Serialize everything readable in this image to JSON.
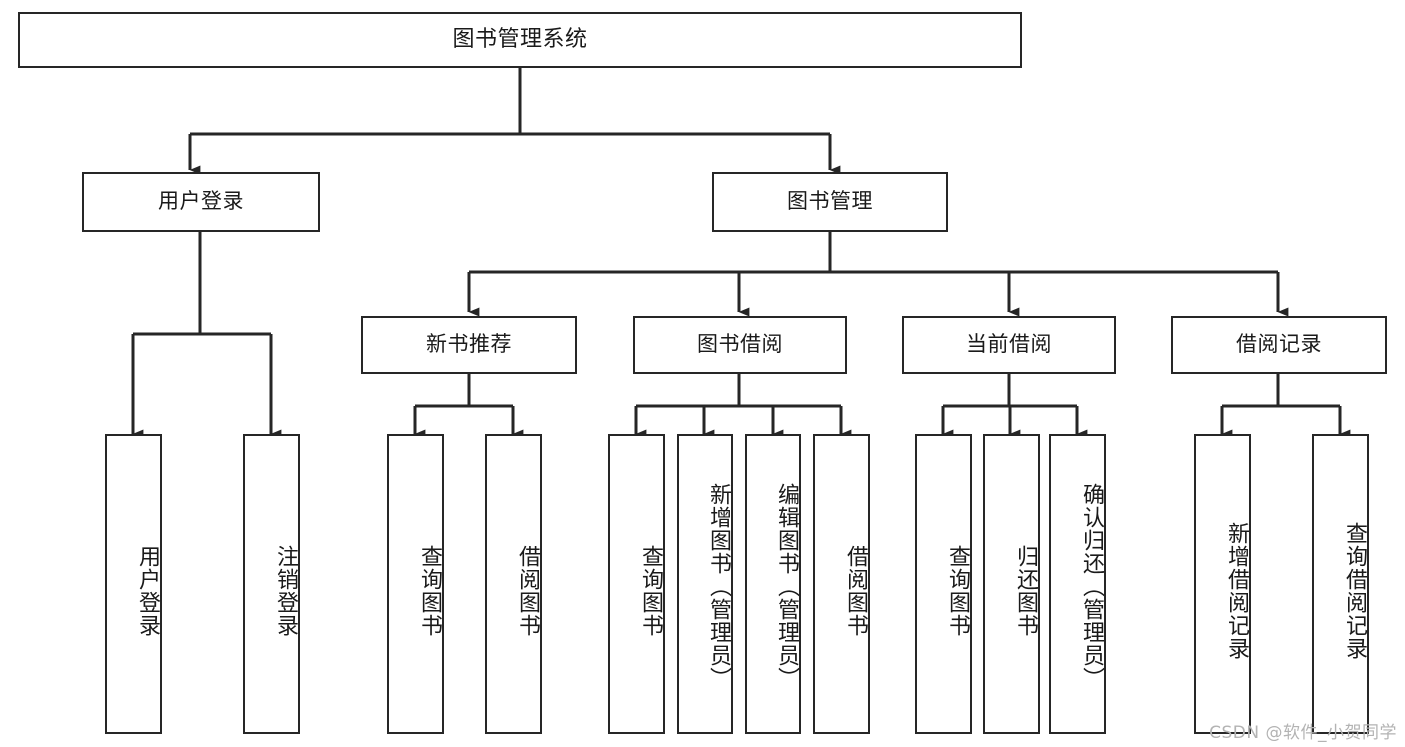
{
  "diagram": {
    "title": "图书管理系统",
    "type": "tree-hierarchy-diagram",
    "root": {
      "id": "root",
      "label": "图书管理系统"
    },
    "level2": [
      {
        "id": "user-login",
        "label": "用户登录"
      },
      {
        "id": "book-management",
        "label": "图书管理"
      }
    ],
    "level3": [
      {
        "id": "new-book-recommend",
        "label": "新书推荐",
        "parent": "book-management"
      },
      {
        "id": "book-borrow",
        "label": "图书借阅",
        "parent": "book-management"
      },
      {
        "id": "current-borrow",
        "label": "当前借阅",
        "parent": "book-management"
      },
      {
        "id": "borrow-record",
        "label": "借阅记录",
        "parent": "book-management"
      }
    ],
    "leaves": {
      "user-login": [
        {
          "id": "leaf-user-login",
          "label": "用户登录"
        },
        {
          "id": "leaf-user-logout",
          "label": "注销登录"
        }
      ],
      "new-book-recommend": [
        {
          "id": "leaf-query-book-1",
          "label": "查询图书"
        },
        {
          "id": "leaf-borrow-book-1",
          "label": "借阅图书"
        }
      ],
      "book-borrow": [
        {
          "id": "leaf-query-book-2",
          "label": "查询图书"
        },
        {
          "id": "leaf-add-book",
          "label": "新增图书（管理员）"
        },
        {
          "id": "leaf-edit-book",
          "label": "编辑图书（管理员）"
        },
        {
          "id": "leaf-borrow-book-2",
          "label": "借阅图书"
        }
      ],
      "current-borrow": [
        {
          "id": "leaf-query-book-3",
          "label": "查询图书"
        },
        {
          "id": "leaf-return-book",
          "label": "归还图书"
        },
        {
          "id": "leaf-confirm-return",
          "label": "确认归还（管理员）"
        }
      ],
      "borrow-record": [
        {
          "id": "leaf-add-record",
          "label": "新增借阅记录"
        },
        {
          "id": "leaf-query-record",
          "label": "查询借阅记录"
        }
      ]
    }
  },
  "watermark": {
    "text": "CSDN @软件_小贺同学"
  },
  "colors": {
    "stroke": "#262626",
    "background": "#ffffff",
    "text": "#1a1a1a",
    "watermark": "#b3b3b3"
  }
}
